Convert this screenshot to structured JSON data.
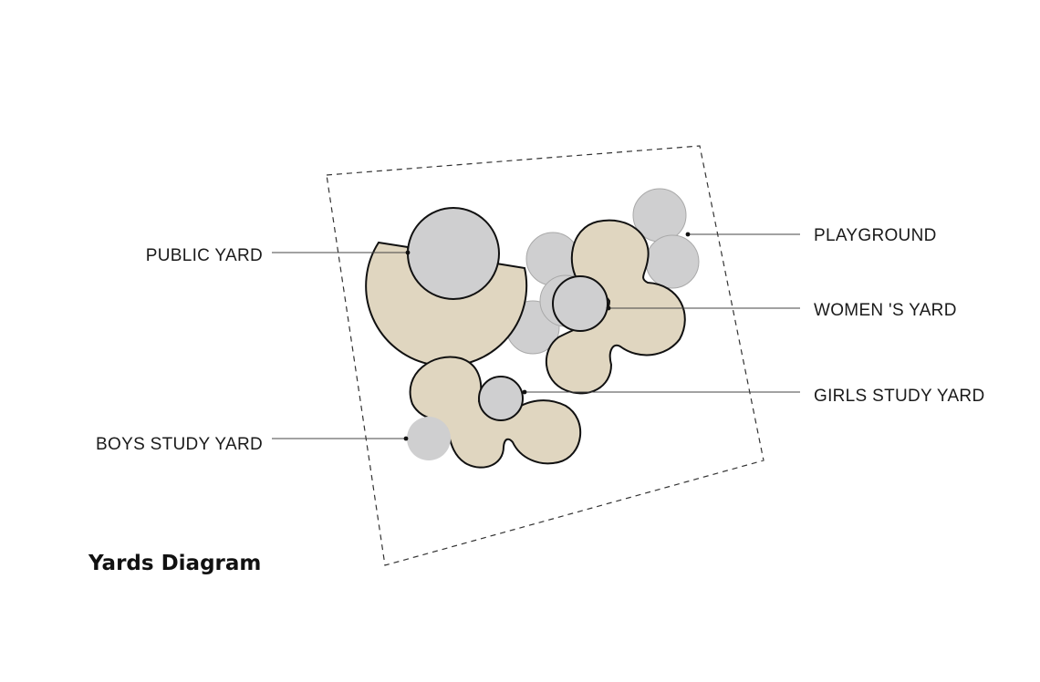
{
  "title": "Yards Diagram",
  "labels": {
    "public_yard": "PUBLIC YARD",
    "playground": "PLAYGROUND",
    "womens_yard": "WOMEN 'S YARD",
    "girls_study_yard": "GIRLS STUDY YARD",
    "boys_study_yard": "BOYS STUDY YARD"
  },
  "colors": {
    "yard_beige": "#e0d6c0",
    "yard_grey": "#cfcfd0",
    "outline": "#111111",
    "boundary": "#333333"
  }
}
